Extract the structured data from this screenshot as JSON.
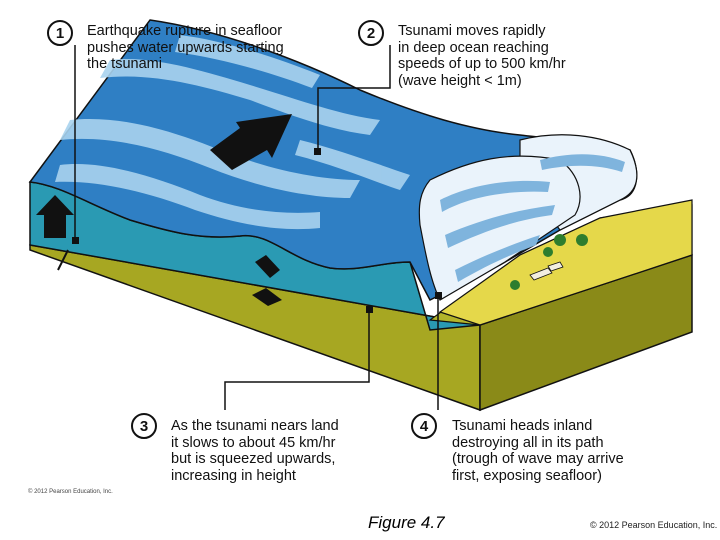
{
  "callouts": [
    {
      "number": "1",
      "lines": [
        "Earthquake rupture in seafloor",
        "pushes water upwards starting",
        "the tsunami"
      ]
    },
    {
      "number": "2",
      "lines": [
        "Tsunami moves rapidly",
        "in deep ocean reaching",
        "speeds of up to 500 km/hr",
        "(wave height < 1m)"
      ]
    },
    {
      "number": "3",
      "lines": [
        "As the tsunami nears land",
        "it slows to about 45 km/hr",
        "but is squeezed upwards,",
        "increasing in height"
      ]
    },
    {
      "number": "4",
      "lines": [
        "Tsunami heads inland",
        "destroying all in its path",
        "(trough of wave may arrive",
        "first, exposing seafloor)"
      ]
    }
  ],
  "caption": "Figure 4.7",
  "copyright": "© 2012 Pearson Education, Inc.",
  "small_credit": "© 2012 Pearson Education, Inc.",
  "colors": {
    "deep_water": "#2f7fc4",
    "light_water": "#a9d3ef",
    "water_side": "#2a9ab3",
    "seafloor": "#b3b42a",
    "land_top": "#e5d84a",
    "land_side": "#9a9a1e",
    "foam": "#eaf3fb"
  }
}
